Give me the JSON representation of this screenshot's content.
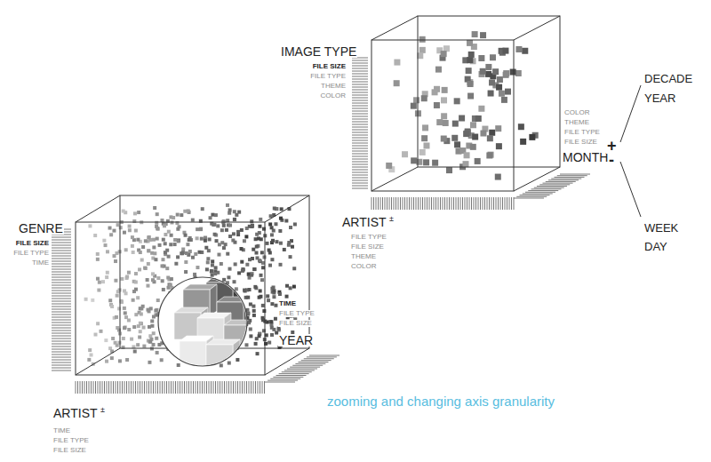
{
  "diagram": {
    "caption": "zooming and changing axis granularity",
    "labels": [
      "IMAGE TYPE",
      "FILE SIZE",
      "FILE TYPE",
      "THEME",
      "COLOR",
      "COLOR",
      "THEME",
      "FILE TYPE",
      "FILE SIZE",
      "MONTH",
      "+",
      "-",
      "DECADE",
      "YEAR",
      "WEEK",
      "DAY",
      "ARTIST",
      "±",
      "FILE TYPE",
      "FILE SIZE",
      "THEME",
      "COLOR",
      "GENRE",
      "FILE SIZE",
      "FILE TYPE",
      "TIME",
      "TIME",
      "FILE TYPE",
      "FILE SIZE",
      "YEAR",
      "ARTIST",
      "±",
      "TIME",
      "FILE TYPE",
      "FILE SIZE"
    ]
  }
}
